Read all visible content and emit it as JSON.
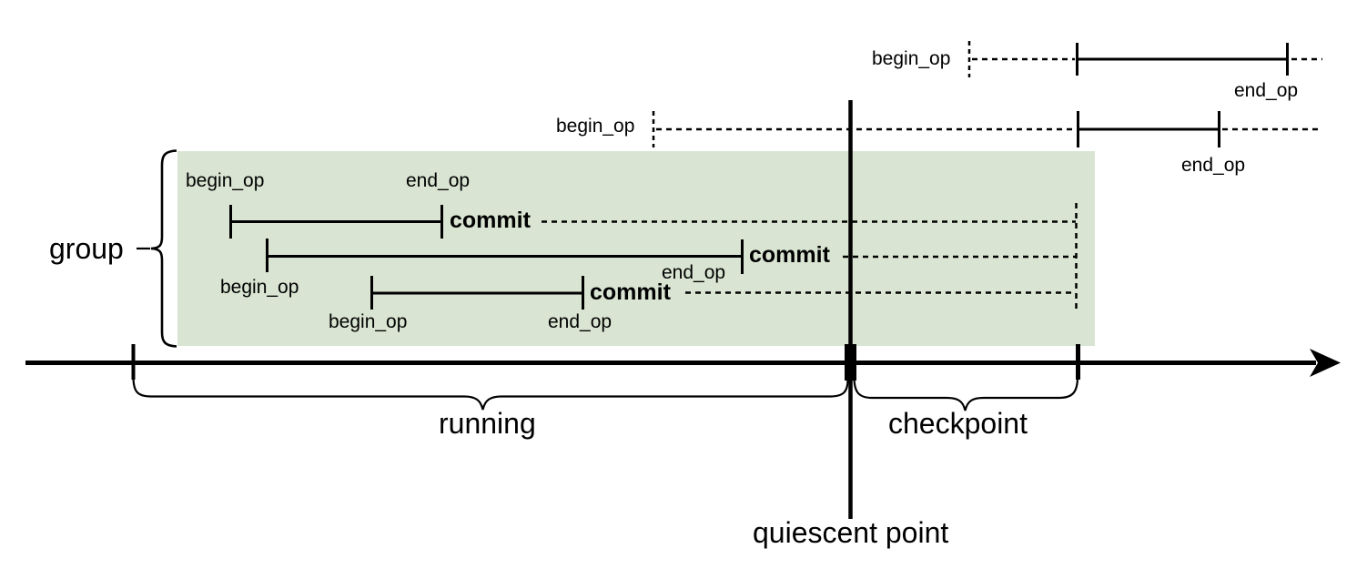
{
  "diagram": {
    "colors": {
      "group_box_fill": "#d9e5d2",
      "line": "#000000",
      "background": "#ffffff"
    },
    "labels": {
      "group": "group",
      "running": "running",
      "checkpoint": "checkpoint",
      "quiescent_point": "quiescent point"
    },
    "operations": {
      "post_checkpoint_op_1": {
        "begin": "begin_op",
        "end": "end_op"
      },
      "post_checkpoint_op_2": {
        "begin": "begin_op",
        "end": "end_op"
      },
      "group_op_1": {
        "begin": "begin_op",
        "end": "end_op",
        "commit": "commit"
      },
      "group_op_2": {
        "begin": "begin_op",
        "end": "end_op",
        "commit": "commit"
      },
      "group_op_3": {
        "begin": "begin_op",
        "end": "end_op",
        "commit": "commit"
      }
    }
  }
}
